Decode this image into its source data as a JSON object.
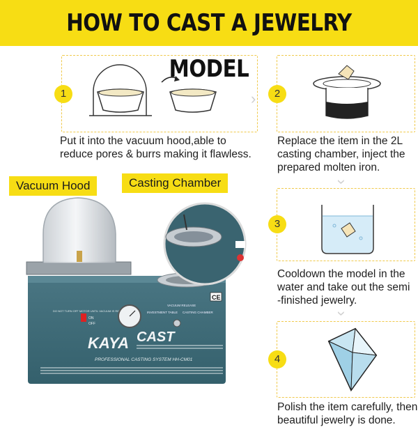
{
  "header": {
    "title": "HOW TO CAST A JEWELRY MODEL"
  },
  "steps": [
    {
      "number": "1",
      "caption_lines": [
        "Put it into the vacuum hood,able to",
        "reduce pores & burrs making it flawless."
      ]
    },
    {
      "number": "2",
      "caption_lines": [
        "Replace the item in the 2L",
        "casting chamber, inject the",
        "prepared molten iron."
      ]
    },
    {
      "number": "3",
      "caption_lines": [
        "Cooldown the model in the",
        "water and take out the semi",
        "-finished jewelry."
      ]
    },
    {
      "number": "4",
      "caption_lines": [
        "Polish the item carefully, then",
        "beautiful jewelry is done."
      ]
    }
  ],
  "labels": {
    "vacuum_hood": "Vacuum Hood",
    "casting_chamber": "Casting Chamber"
  },
  "machine": {
    "brand_line1": "KAYA",
    "brand_line2": "CAST",
    "subtitle": "PROFESSIONAL CASTING SYSTEM HH-CM01",
    "ce": "CE",
    "switch_on": "ON",
    "switch_off": "OFF",
    "panel_warning": "DO NOT TURN OFF MOTOR UNTIL VACUUM IS RELEASED",
    "vacuum_release": "VACUUM RELEASE",
    "investment_table": "INVESTMENT TABLE",
    "casting_chamber": "CASTING CHAMBER"
  },
  "colors": {
    "accent": "#f7dd14",
    "dash": "#f0c94a",
    "machine_body": "#3f6b78"
  }
}
